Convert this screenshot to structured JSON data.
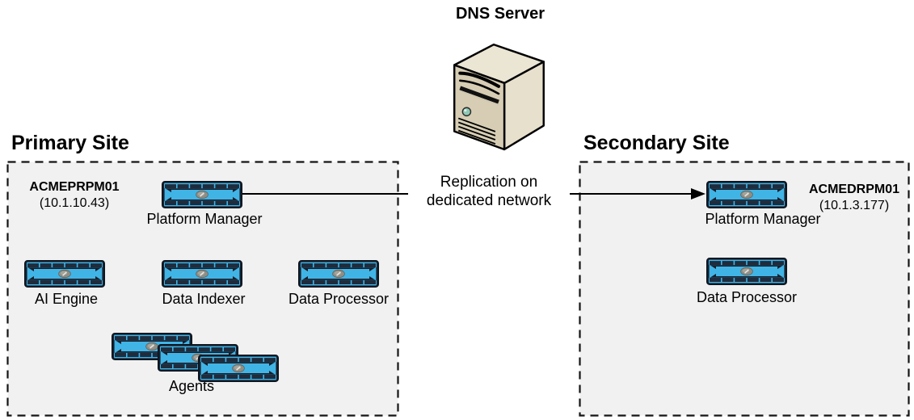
{
  "dns_server": {
    "label": "DNS Server"
  },
  "replication": {
    "line1": "Replication on",
    "line2": "dedicated network"
  },
  "primary_site": {
    "title": "Primary Site",
    "platform_manager": {
      "hostname": "ACMEPRPM01",
      "ip": "(10.1.10.43)",
      "label": "Platform Manager"
    },
    "nodes": [
      {
        "label": "AI Engine"
      },
      {
        "label": "Data Indexer"
      },
      {
        "label": "Data Processor"
      }
    ],
    "agents": {
      "label": "Agents",
      "count": 3
    }
  },
  "secondary_site": {
    "title": "Secondary Site",
    "platform_manager": {
      "hostname": "ACMEDRPM01",
      "ip": "(10.1.3.177)",
      "label": "Platform Manager"
    },
    "nodes": [
      {
        "label": "Data Processor"
      }
    ]
  },
  "icons": {
    "appliance": "network-appliance-icon",
    "dns": "tower-server-icon"
  },
  "colors": {
    "appliance_blue": "#41b4e6",
    "appliance_dark": "#16202d",
    "site_box_bg": "#f1f1f1",
    "server_front": "#d6cdb4",
    "server_side": "#e7e0cc",
    "server_top": "#ebe5d3",
    "arrow": "#000000"
  }
}
